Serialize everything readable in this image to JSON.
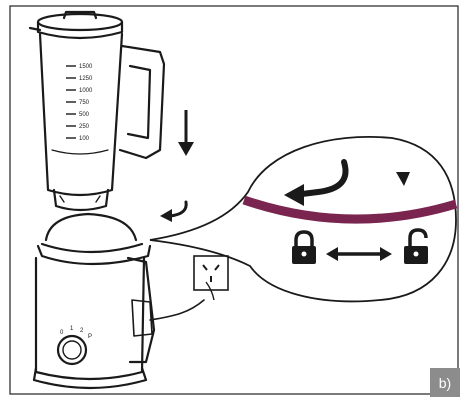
{
  "figure": {
    "label": "b)",
    "graduation_labels": [
      "1500",
      "1250",
      "1000",
      "750",
      "500",
      "250",
      "100"
    ],
    "knob_marks": [
      "0",
      "1",
      "2",
      "P"
    ],
    "colors": {
      "line": "#1a1a1a",
      "band": "#7a2550",
      "badge": "#8c8c8c"
    }
  }
}
